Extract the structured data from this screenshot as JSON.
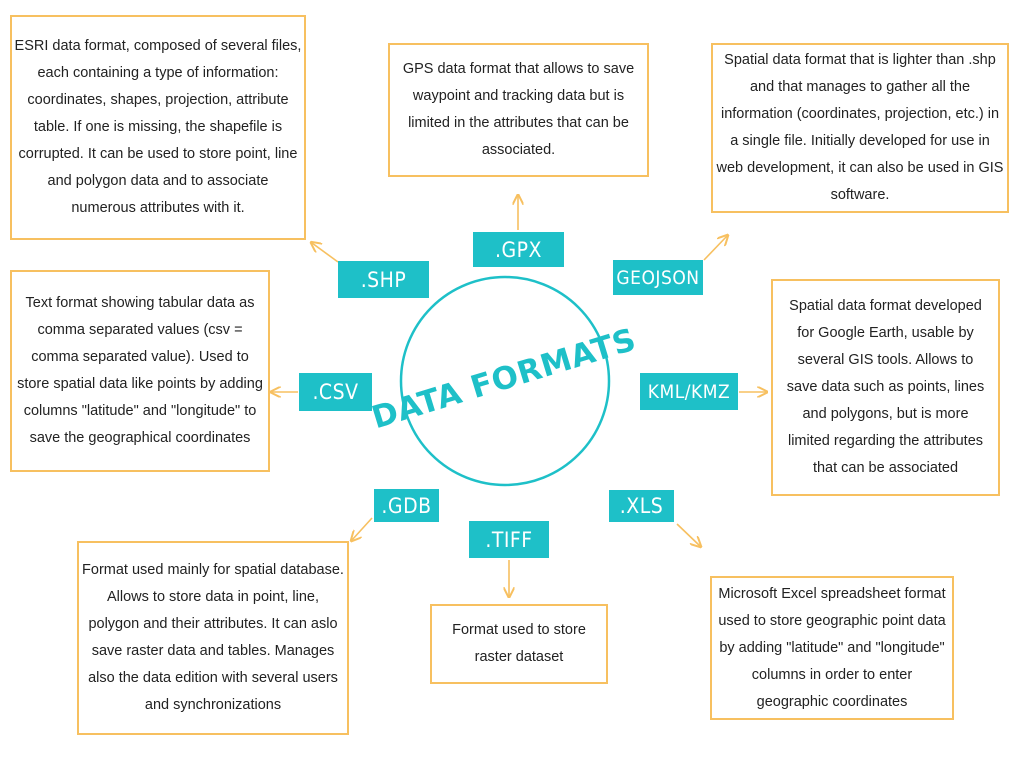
{
  "center": {
    "title": "DATA FORMATS"
  },
  "colors": {
    "accent": "#1ec0c8",
    "box_border": "#f7c060",
    "arrow": "#f7c060",
    "text": "#222222"
  },
  "formats": [
    {
      "id": "shp",
      "tag": ".SHP",
      "description": "ESRI data format, composed of several files, each containing a type of information: coordinates, shapes, projection, attribute table. If one is missing, the shapefile is corrupted. It can be used to store point, line and polygon data and to associate numerous attributes with it."
    },
    {
      "id": "gpx",
      "tag": ".GPX",
      "description": "GPS data format that allows to save waypoint and tracking data but is limited in the attributes that can be associated."
    },
    {
      "id": "geojson",
      "tag": "GEOJSON",
      "description": "Spatial data format that is lighter than .shp and that manages to gather all the information (coordinates, projection, etc.) in a single file. Initially developed for use in web development, it can also be used in GIS software."
    },
    {
      "id": "csv",
      "tag": ".CSV",
      "description": "Text format showing tabular data as comma separated values (csv = comma separated value). Used to store spatial data like points by adding columns \"latitude\" and \"longitude\" to save the geographical coordinates"
    },
    {
      "id": "kml",
      "tag": "KML/KMZ",
      "description": "Spatial data format developed for Google Earth, usable by several GIS tools. Allows to save data such as points, lines and polygons, but is more limited regarding the attributes that can be associated"
    },
    {
      "id": "gdb",
      "tag": ".GDB",
      "description": "Format used mainly for spatial database. Allows to store data in point, line, polygon and their attributes. It can aslo save raster data and tables. Manages also the data edition with several users and synchronizations"
    },
    {
      "id": "tiff",
      "tag": ".TIFF",
      "description": "Format used to store raster dataset"
    },
    {
      "id": "xls",
      "tag": ".XLS",
      "description": "Microsoft Excel spreadsheet format used to store geographic point data by adding \"latitude\" and \"longitude\" columns in order to enter geographic coordinates"
    }
  ]
}
